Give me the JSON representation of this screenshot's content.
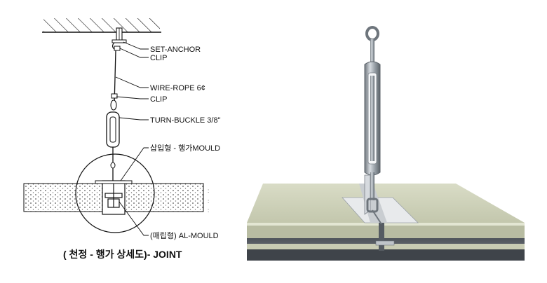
{
  "diagram": {
    "labels": {
      "set_anchor": "SET-ANCHOR",
      "clip_top": "CLIP",
      "wire_rope": "WIRE-ROPE 6¢",
      "clip_mid": "CLIP",
      "turn_buckle": "TURN-BUCKLE 3/8\"",
      "insert_mould": "삽입형 - 행가MOULD",
      "embedded_mould": "(매립형) AL-MOULD",
      "caption": "( 천정 - 행가 상세도)- JOINT"
    },
    "colors": {
      "line": "#111111",
      "panel_core": "#d8d8cc",
      "panel_face": "#c9ccb4",
      "steel": "#a9afb6",
      "steel_dark": "#6e757c",
      "panel_edge": "#5d6168"
    }
  }
}
